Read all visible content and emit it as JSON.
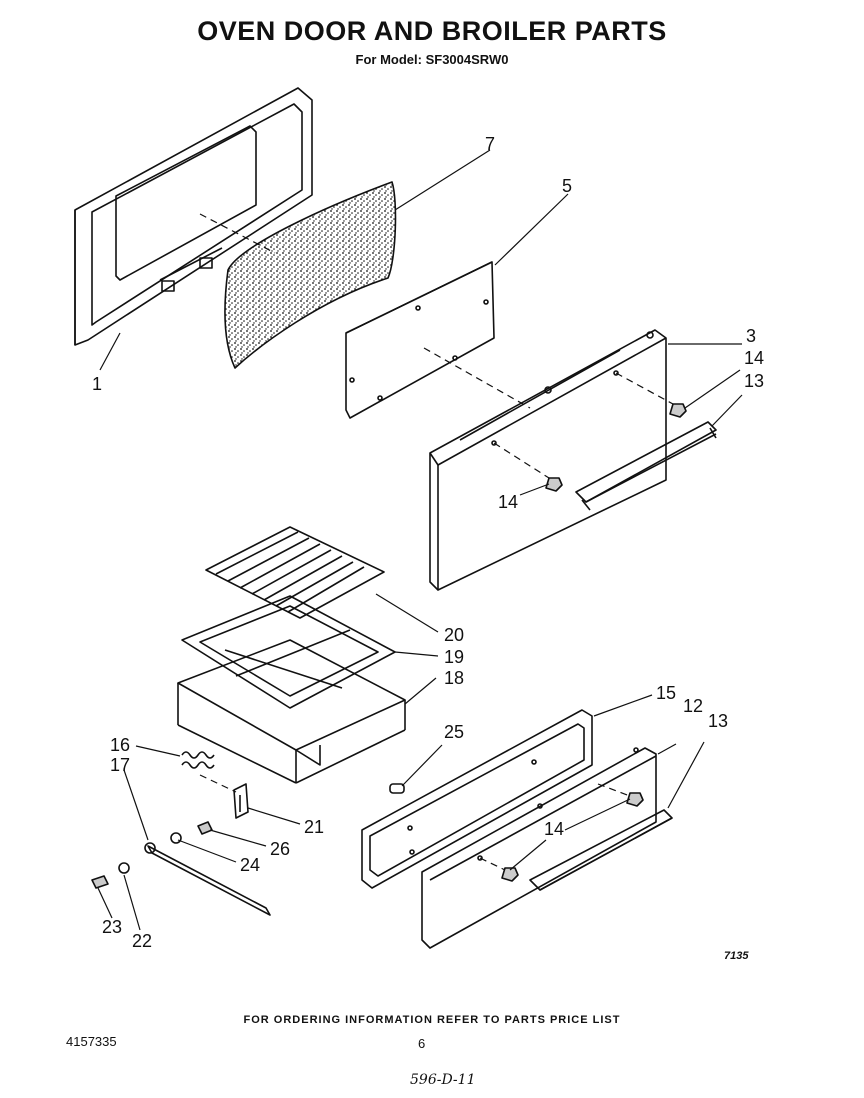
{
  "header": {
    "title": "OVEN DOOR AND BROILER PARTS",
    "model": "For Model: SF3004SRW0"
  },
  "callouts": [
    "7",
    "5",
    "3",
    "14",
    "13",
    "1",
    "14",
    "20",
    "19",
    "18",
    "15",
    "12",
    "13",
    "16",
    "25",
    "17",
    "14",
    "21",
    "26",
    "24",
    "23",
    "22"
  ],
  "drawing_id": "7135",
  "footer": {
    "ordering_info": "FOR ORDERING INFORMATION REFER TO PARTS PRICE LIST",
    "part_number": "4157335",
    "page": "6",
    "handwritten_note": "596-D-11"
  }
}
